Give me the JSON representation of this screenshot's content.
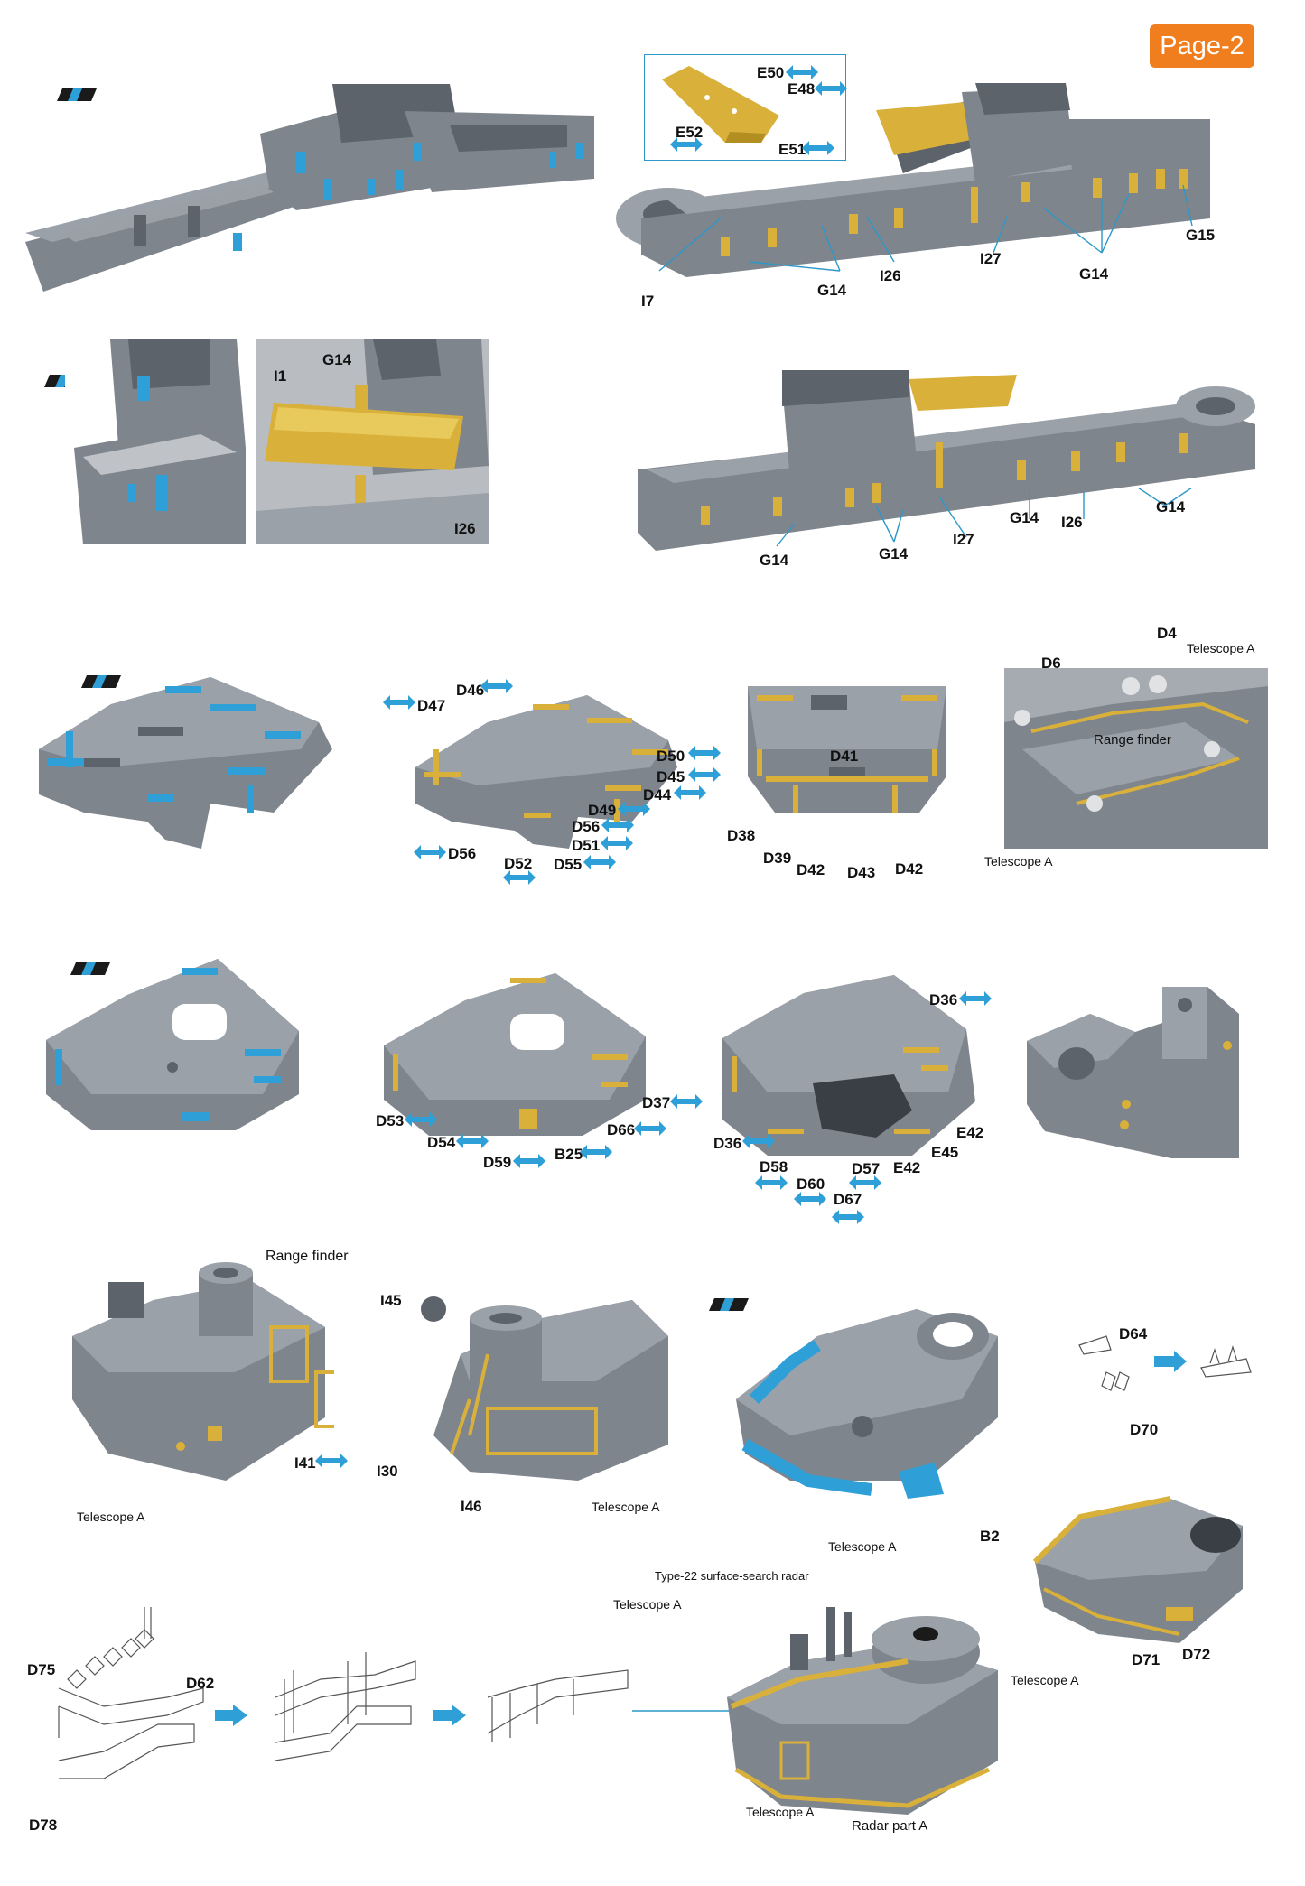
{
  "page": {
    "badge": "Page-2"
  },
  "labels": {
    "E50": "E50",
    "E48": "E48",
    "E52": "E52",
    "E51": "E51",
    "G15": "G15",
    "I27": "I27",
    "G14": "G14",
    "I26": "I26",
    "I7": "I7",
    "I1": "I1",
    "D4": "D4",
    "D6": "D6",
    "D46": "D46",
    "D47": "D47",
    "D50": "D50",
    "D45": "D45",
    "D44": "D44",
    "D49": "D49",
    "D56": "D56",
    "D51": "D51",
    "D52": "D52",
    "D55": "D55",
    "D41": "D41",
    "D38": "D38",
    "D39": "D39",
    "D42": "D42",
    "D43": "D43",
    "D36": "D36",
    "D37": "D37",
    "D53": "D53",
    "D54": "D54",
    "D59": "D59",
    "B25": "B25",
    "D66": "D66",
    "D58": "D58",
    "D60": "D60",
    "D57": "D57",
    "D67": "D67",
    "E42": "E42",
    "E45": "E45",
    "I45": "I45",
    "I41": "I41",
    "I30": "I30",
    "I46": "I46",
    "D64": "D64",
    "D70": "D70",
    "B2": "B2",
    "D71": "D71",
    "D72": "D72",
    "D75": "D75",
    "D62": "D62",
    "D78": "D78",
    "telescope_a": "Telescope A",
    "range_finder": "Range finder",
    "type22": "Type-22 surface-search radar",
    "radar_part_a": "Radar part A"
  },
  "colors": {
    "badge": "#f07e1e",
    "arrow": "#2f9fd8",
    "etch": "#d9b13a",
    "resin": "#7f858d"
  }
}
